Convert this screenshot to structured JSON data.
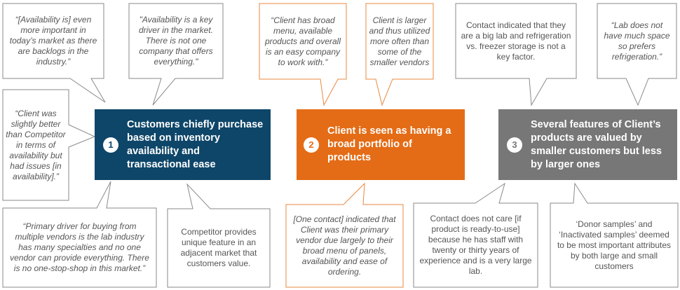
{
  "colors": {
    "navy": "#0e4669",
    "orange": "#e46c16",
    "gray": "#777777",
    "bubble_gray_border": "#8a8a8a",
    "bubble_orange_border": "#e8893f",
    "bubble_text": "#555555"
  },
  "themes": [
    {
      "number": "1",
      "title": "Customers chiefly purchase based on inventory availability and transactional ease"
    },
    {
      "number": "2",
      "title": "Client is seen as having a broad portfolio of products"
    },
    {
      "number": "3",
      "title": "Several features of Client’s products are valued by smaller customers but less by larger ones"
    }
  ],
  "quotes": {
    "t1_top_left": "“[Availability is] even more important in today’s market as there are backlogs in the industry.”",
    "t1_top_right": "\"Availability is a key driver in the market. There is not one company that offers everything.\"",
    "t1_left": "“Client was slightly better than Competitor in terms of availability but had issues [in availability].”",
    "t1_bottom_left": "“Primary driver for buying from multiple vendors is the lab industry has many specialties and no one vendor can provide everything. There is no one-stop-shop in this market.”",
    "t1_bottom_right": "Competitor provides unique feature in an adjacent market that customers value.",
    "t2_top_left": "“Client has broad menu, available products and overall is an easy company to work with.”",
    "t2_top_right": "Client is larger and thus utilized more often than some of the smaller vendors",
    "t2_bottom": "[One contact] indicated that Client was their primary vendor due largely to their broad menu of panels, availability and ease of ordering.",
    "t3_top_left": "Contact indicated that they are a big lab and refrigeration vs. freezer storage is not a key factor.",
    "t3_top_right": "“Lab does not have much space so prefers refrigeration.”",
    "t3_bottom_left": "Contact does not care [if product is ready-to-use] because he has staff with twenty or thirty years of experience and is a very large lab.",
    "t3_bottom_right": "‘Donor samples’ and ‘Inactivated samples’ deemed to be most important attributes by both large and small customers"
  }
}
